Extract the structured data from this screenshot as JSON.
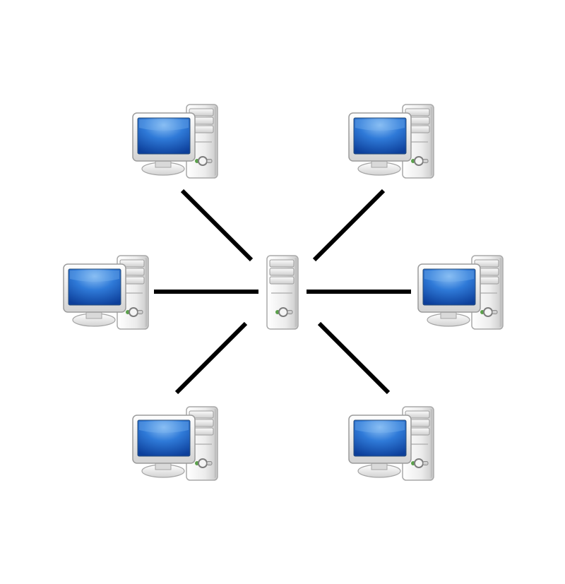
{
  "diagram": {
    "topology": "star",
    "hub": {
      "kind": "server-tower-icon"
    },
    "nodes": [
      {
        "id": "workstation-top-left",
        "kind": "workstation-icon"
      },
      {
        "id": "workstation-top-right",
        "kind": "workstation-icon"
      },
      {
        "id": "workstation-mid-left",
        "kind": "workstation-icon"
      },
      {
        "id": "workstation-mid-right",
        "kind": "workstation-icon"
      },
      {
        "id": "workstation-bottom-left",
        "kind": "workstation-icon"
      },
      {
        "id": "workstation-bottom-right",
        "kind": "workstation-icon"
      }
    ],
    "links": [
      {
        "from": "server",
        "to": "workstation-top-left"
      },
      {
        "from": "server",
        "to": "workstation-top-right"
      },
      {
        "from": "server",
        "to": "workstation-mid-left"
      },
      {
        "from": "server",
        "to": "workstation-mid-right"
      },
      {
        "from": "server",
        "to": "workstation-bottom-left"
      },
      {
        "from": "server",
        "to": "workstation-bottom-right"
      }
    ],
    "colors": {
      "screen": "#1f66c8",
      "screen_highlight": "#7fb6f2",
      "case": "#f0f0f0",
      "case_edge": "#a9a9a9",
      "link": "#000000",
      "led": "#5aa04a"
    }
  }
}
